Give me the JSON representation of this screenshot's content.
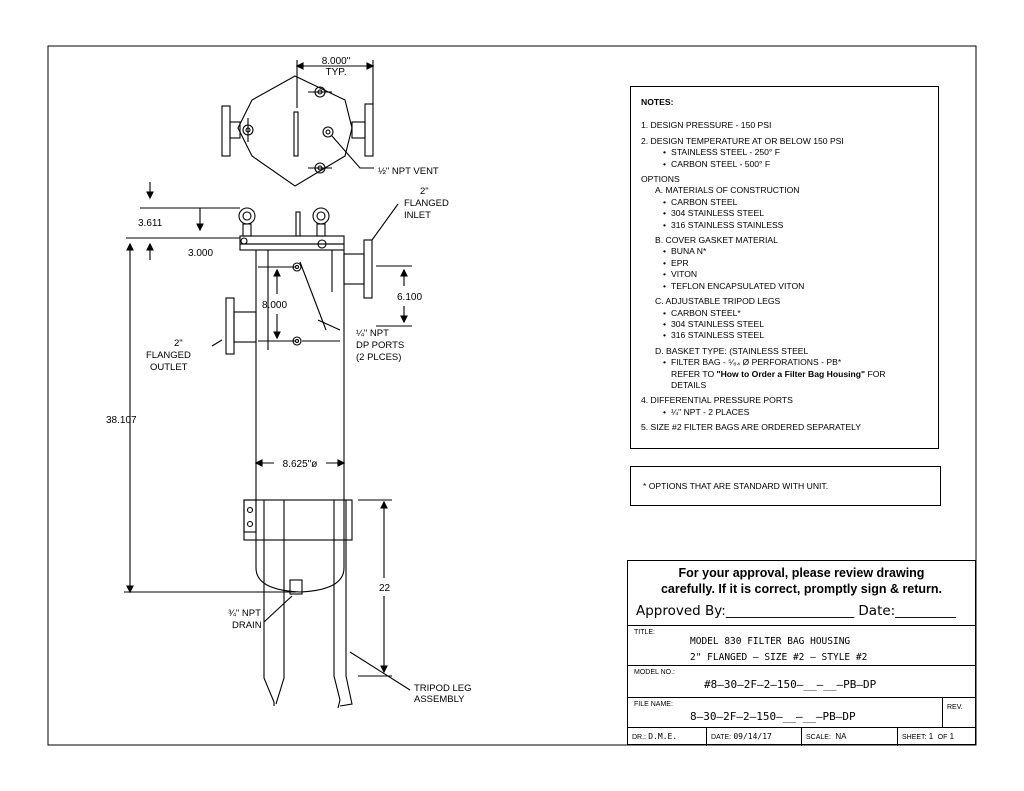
{
  "drawing": {
    "top_view": {
      "dim_typ_value": "8.000\"",
      "dim_typ_suffix": "TYP.",
      "vent_label": "½\" NPT VENT"
    },
    "side_view": {
      "dim_3611": "3.611",
      "dim_3000": "3.000",
      "dim_8000": "8.000",
      "dim_6100": "6.100",
      "dim_38107": "38.107",
      "dim_dia": "8.625\"ø",
      "dim_22": "22",
      "inlet_label": [
        "2\"",
        "FLANGED",
        "INLET"
      ],
      "outlet_label": [
        "2\"",
        "FLANGED",
        "OUTLET"
      ],
      "dp_ports_label": [
        "¼\" NPT",
        "DP PORTS",
        "(2 PLCES)"
      ],
      "drain_label": [
        "¾\" NPT",
        "DRAIN"
      ],
      "tripod_label": [
        "TRIPOD LEG",
        "ASSEMBLY"
      ]
    }
  },
  "notes": {
    "heading": "NOTES:",
    "n1": "1.  DESIGN PRESSURE - 150 PSI",
    "n2": "2.  DESIGN TEMPERATURE AT OR BELOW 150 PSI",
    "n2a": "STAINLESS STEEL - 250° F",
    "n2b": "CARBON STEEL - 500° F",
    "options": "OPTIONS",
    "a": "A.  MATERIALS OF CONSTRUCTION",
    "a1": "CARBON STEEL",
    "a2": "304 STAINLESS STEEL",
    "a3": "316 STAINLESS STAINLESS",
    "b": "B.  COVER GASKET MATERIAL",
    "b1": "BUNA N*",
    "b2": "EPR",
    "b3": "VITON",
    "b4": "TEFLON ENCAPSULATED VITON",
    "c": "C.  ADJUSTABLE TRIPOD LEGS",
    "c1": "CARBON STEEL*",
    "c2": "304 STAINLESS STEEL",
    "c3": "316 STAINLESS STEEL",
    "d": "D.  BASKET TYPE: (STAINLESS STEEL",
    "d1": "FILTER BAG - ⁵⁄₆₄ Ø PERFORATIONS - PB*",
    "d1b_pre": "REFER TO ",
    "d1b_bold": "\"How to Order a Filter Bag Housing\"",
    "d1b_post": " FOR",
    "d1c": "DETAILS",
    "n4": "4.  DIFFERENTIAL PRESSURE PORTS",
    "n4a": "¼\" NPT - 2 PLACES",
    "n5": "5.  SIZE #2 FILTER BAGS ARE ORDERED SEPARATELY"
  },
  "standard_note": "*    OPTIONS THAT ARE STANDARD WITH UNIT.",
  "title_block": {
    "approval_1": "For  your approval, please review drawing",
    "approval_2": "carefully.  If it is correct, promptly sign & return.",
    "approved_by": "Approved  By:___________________  Date:_________",
    "title_cap": "TITLE:",
    "title_1": "MODEL 830 FILTER BAG HOUSING",
    "title_2": "2\" FLANGED – SIZE #2 – STYLE #2",
    "model_cap": "MODEL NO.:",
    "model_no": "#8–30–2F–2–150–__–__–PB–DP",
    "file_cap": "FILE NAME:",
    "file_name": "8–30–2F–2–150–__–__–PB–DP",
    "rev_cap": "REV.",
    "dr_cap": "DR.:",
    "dr": "D.M.E.",
    "date_cap": "DATE:",
    "date": "09/14/17",
    "scale_cap": "SCALE:",
    "scale": "NA",
    "sheet_cap": "SHEET:",
    "sheet": "1",
    "of_cap": "OF",
    "of": "1"
  }
}
